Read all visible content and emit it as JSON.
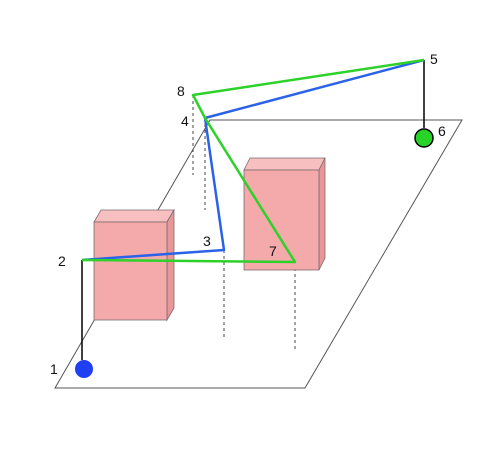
{
  "colors": {
    "background": "#ffffff",
    "plane_stroke": "#555555",
    "box_face": "#f4a9ab",
    "box_side": "#e99698",
    "box_top": "#f8bfc1",
    "box_edge": "#7a6d6e",
    "path_blue": "#2a62e8",
    "path_green": "#2ed12a",
    "start_marker": "#1f3ff2",
    "goal_marker": "#27d327",
    "stem": "#000000",
    "dashed": "#444444"
  },
  "labels": {
    "p1": "1",
    "p2": "2",
    "p3": "3",
    "p4": "4",
    "p5": "5",
    "p6": "6",
    "p7": "7",
    "p8": "8"
  }
}
